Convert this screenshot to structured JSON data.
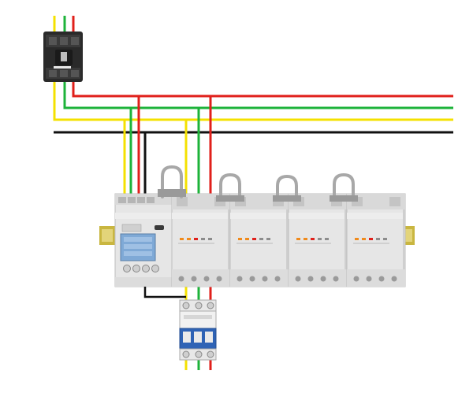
{
  "colors": {
    "wire_yellow": "#f4e100",
    "wire_green": "#1db33a",
    "wire_red": "#e0201b",
    "wire_black": "#111111",
    "rail": "#c9b640",
    "meter_body": "#e6e6e6",
    "lcd": "#7fa9d6",
    "breaker_blue": "#2f63b5",
    "mccb_body": "#2a2a2a"
  },
  "icons": {
    "mccb": "molded-case-circuit-breaker-icon",
    "mcb": "three-pole-miniature-breaker-icon",
    "ct_loop": "current-transformer-loop-icon",
    "din_rail": "din-rail-icon"
  },
  "meter_module_count": 4,
  "module_leds": [
    "orange",
    "orange",
    "red",
    "grey",
    "grey"
  ]
}
